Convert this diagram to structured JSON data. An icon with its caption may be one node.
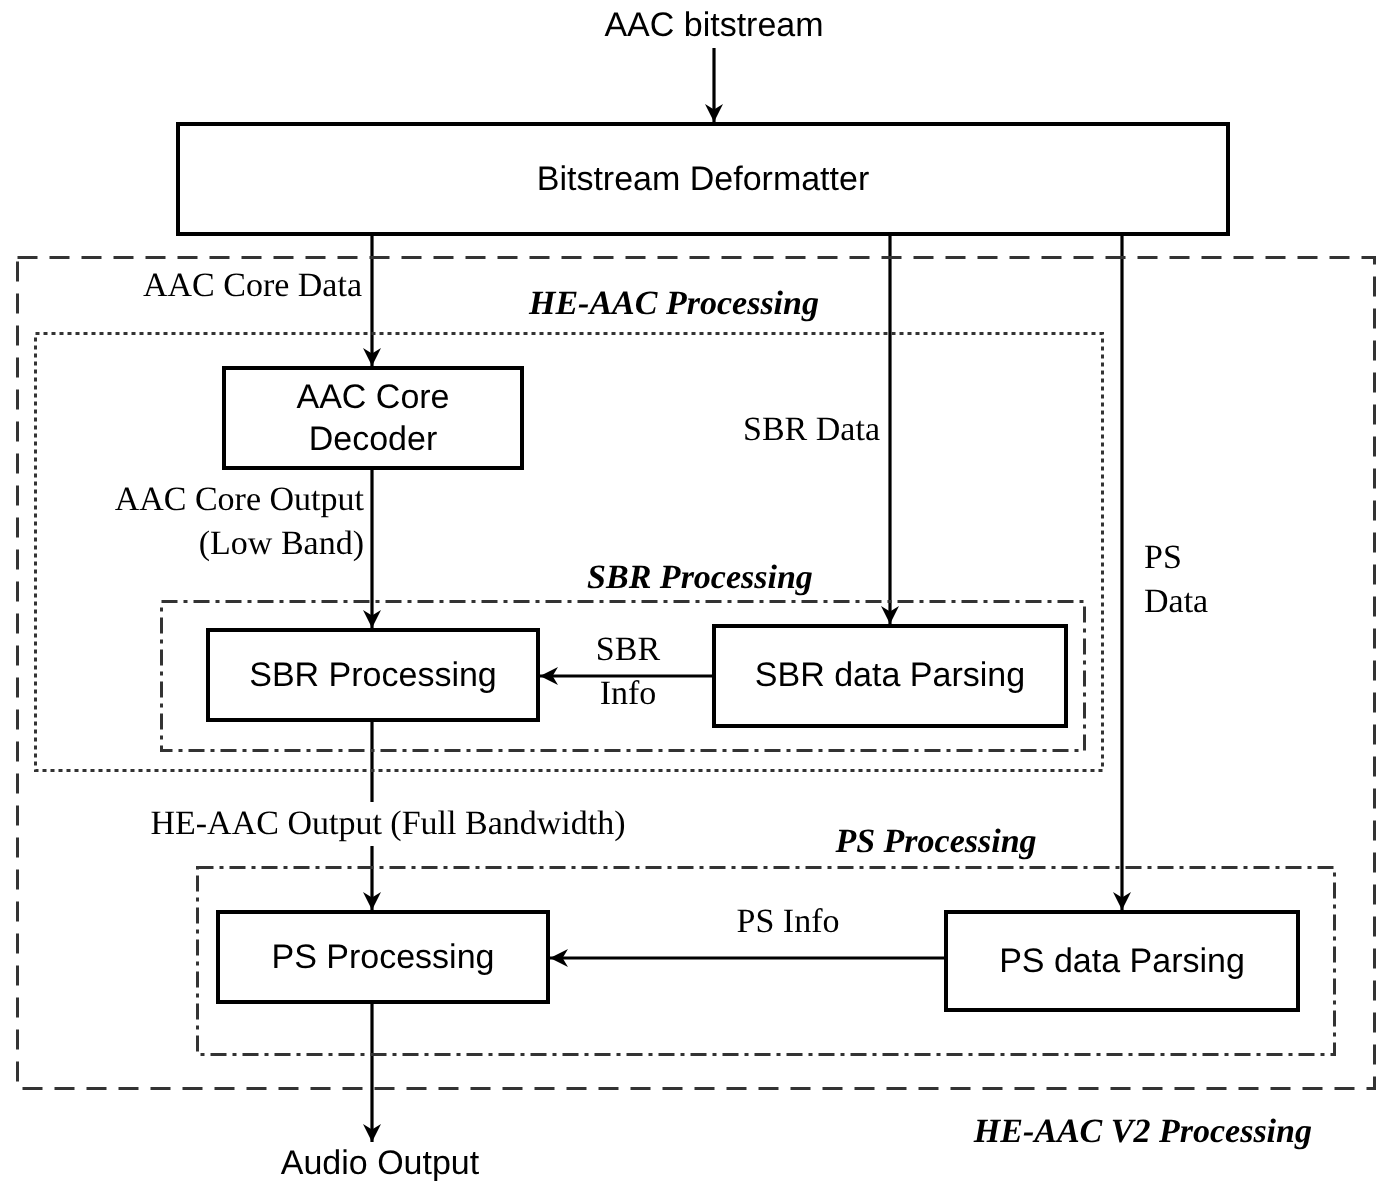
{
  "diagram": {
    "nodes": [
      {
        "text": [
          "AAC bitstream"
        ]
      },
      {
        "text": [
          "Bitstream Deformatter"
        ]
      },
      {
        "text": [
          "HE-AAC V2 Processing"
        ]
      },
      {
        "text": [
          "HE-AAC Processing"
        ],
        "in": 2
      },
      {
        "text": [
          "AAC Core Decoder"
        ],
        "in": 3
      },
      {
        "text": [
          "SBR Processing"
        ],
        "in": 3
      },
      {
        "text": [
          "SBR Processing"
        ],
        "in": 5
      },
      {
        "text": [
          "SBR data Parsing"
        ],
        "in": 5
      },
      {
        "text": [
          "PS Processing"
        ],
        "in": 2
      },
      {
        "text": [
          "PS Processing"
        ],
        "in": 8
      },
      {
        "text": [
          "PS data Parsing"
        ],
        "in": 8
      },
      {
        "text": [
          "Audio Output"
        ]
      }
    ],
    "edges": [
      {
        "from": 0,
        "to": 1,
        "arrow": "to"
      },
      {
        "from": 1,
        "to": 4,
        "arrow": "to",
        "label": "AAC Core Data"
      },
      {
        "from": 4,
        "to": 6,
        "arrow": "to",
        "label": "AAC Core Output (Low Band)"
      },
      {
        "from": 1,
        "to": 7,
        "arrow": "to",
        "label": "SBR Data"
      },
      {
        "from": 7,
        "to": 6,
        "arrow": "to",
        "label": "SBR Info"
      },
      {
        "from": 6,
        "to": 9,
        "arrow": "to",
        "label": "HE-AAC Output (Full Bandwidth)"
      },
      {
        "from": 1,
        "to": 10,
        "arrow": "to",
        "label": "PS Data"
      },
      {
        "from": 10,
        "to": 9,
        "arrow": "to",
        "label": "PS Info"
      },
      {
        "from": 9,
        "to": 11,
        "arrow": "to"
      }
    ]
  }
}
